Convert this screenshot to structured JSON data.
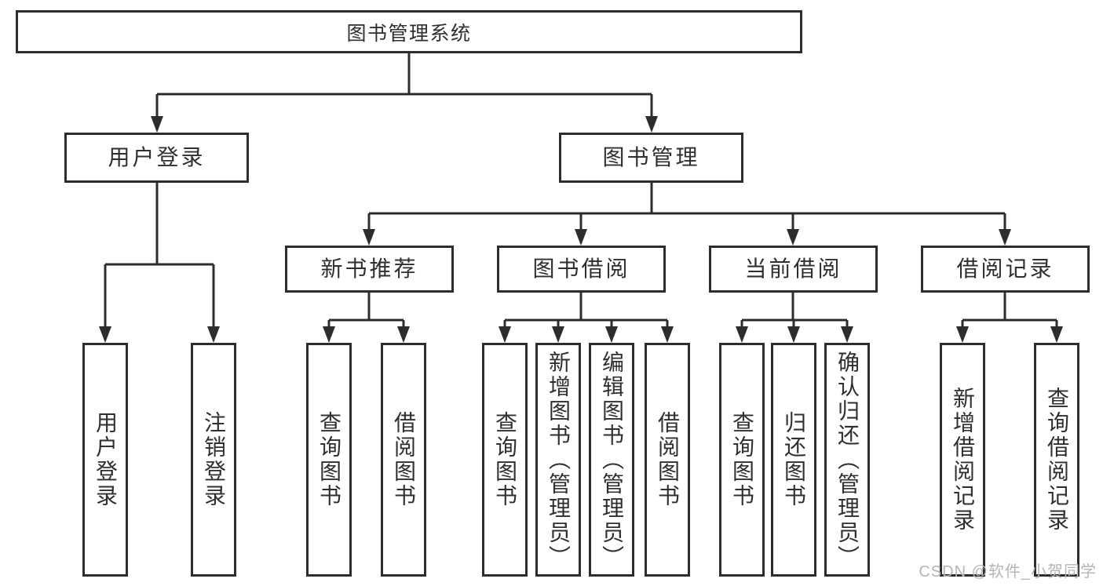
{
  "tree": {
    "label": "图书管理系统",
    "children": [
      {
        "label": "用户登录",
        "children": [
          {
            "label": "用户登录"
          },
          {
            "label": "注销登录"
          }
        ]
      },
      {
        "label": "图书管理",
        "children": [
          {
            "label": "新书推荐",
            "children": [
              {
                "label": "查询图书"
              },
              {
                "label": "借阅图书"
              }
            ]
          },
          {
            "label": "图书借阅",
            "children": [
              {
                "label": "查询图书"
              },
              {
                "label": "新增图书（管理员）"
              },
              {
                "label": "编辑图书（管理员）"
              },
              {
                "label": "借阅图书"
              }
            ]
          },
          {
            "label": "当前借阅",
            "children": [
              {
                "label": "查询图书"
              },
              {
                "label": "归还图书"
              },
              {
                "label": "确认归还（管理员）"
              }
            ]
          },
          {
            "label": "借阅记录",
            "children": [
              {
                "label": "新增借阅记录"
              },
              {
                "label": "查询借阅记录"
              }
            ]
          }
        ]
      }
    ]
  },
  "watermark": {
    "text": "CSDN @软件_小贺同学"
  },
  "colors": {
    "line": "#2d2d2d",
    "text": "#2f2f2f",
    "watermark": "#b3b6b9",
    "background": "#ffffff"
  }
}
